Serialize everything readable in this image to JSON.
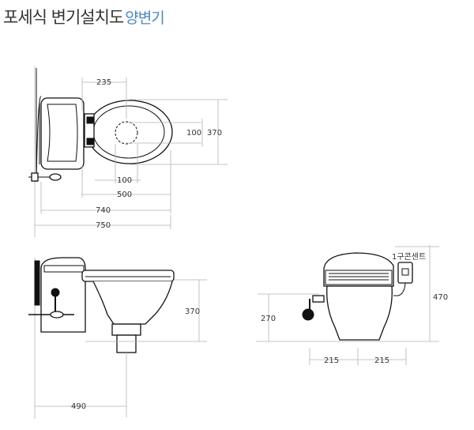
{
  "title": {
    "main": "포세식 변기설치도",
    "sub": "양변기"
  },
  "top_view": {
    "dims": [
      "235",
      "100",
      "370",
      "100",
      "500",
      "740",
      "750"
    ]
  },
  "side_view": {
    "dims": [
      "370",
      "490"
    ]
  },
  "front_view": {
    "outlet_label": "1구콘센트",
    "dims": [
      "470",
      "270",
      "215",
      "215"
    ]
  }
}
